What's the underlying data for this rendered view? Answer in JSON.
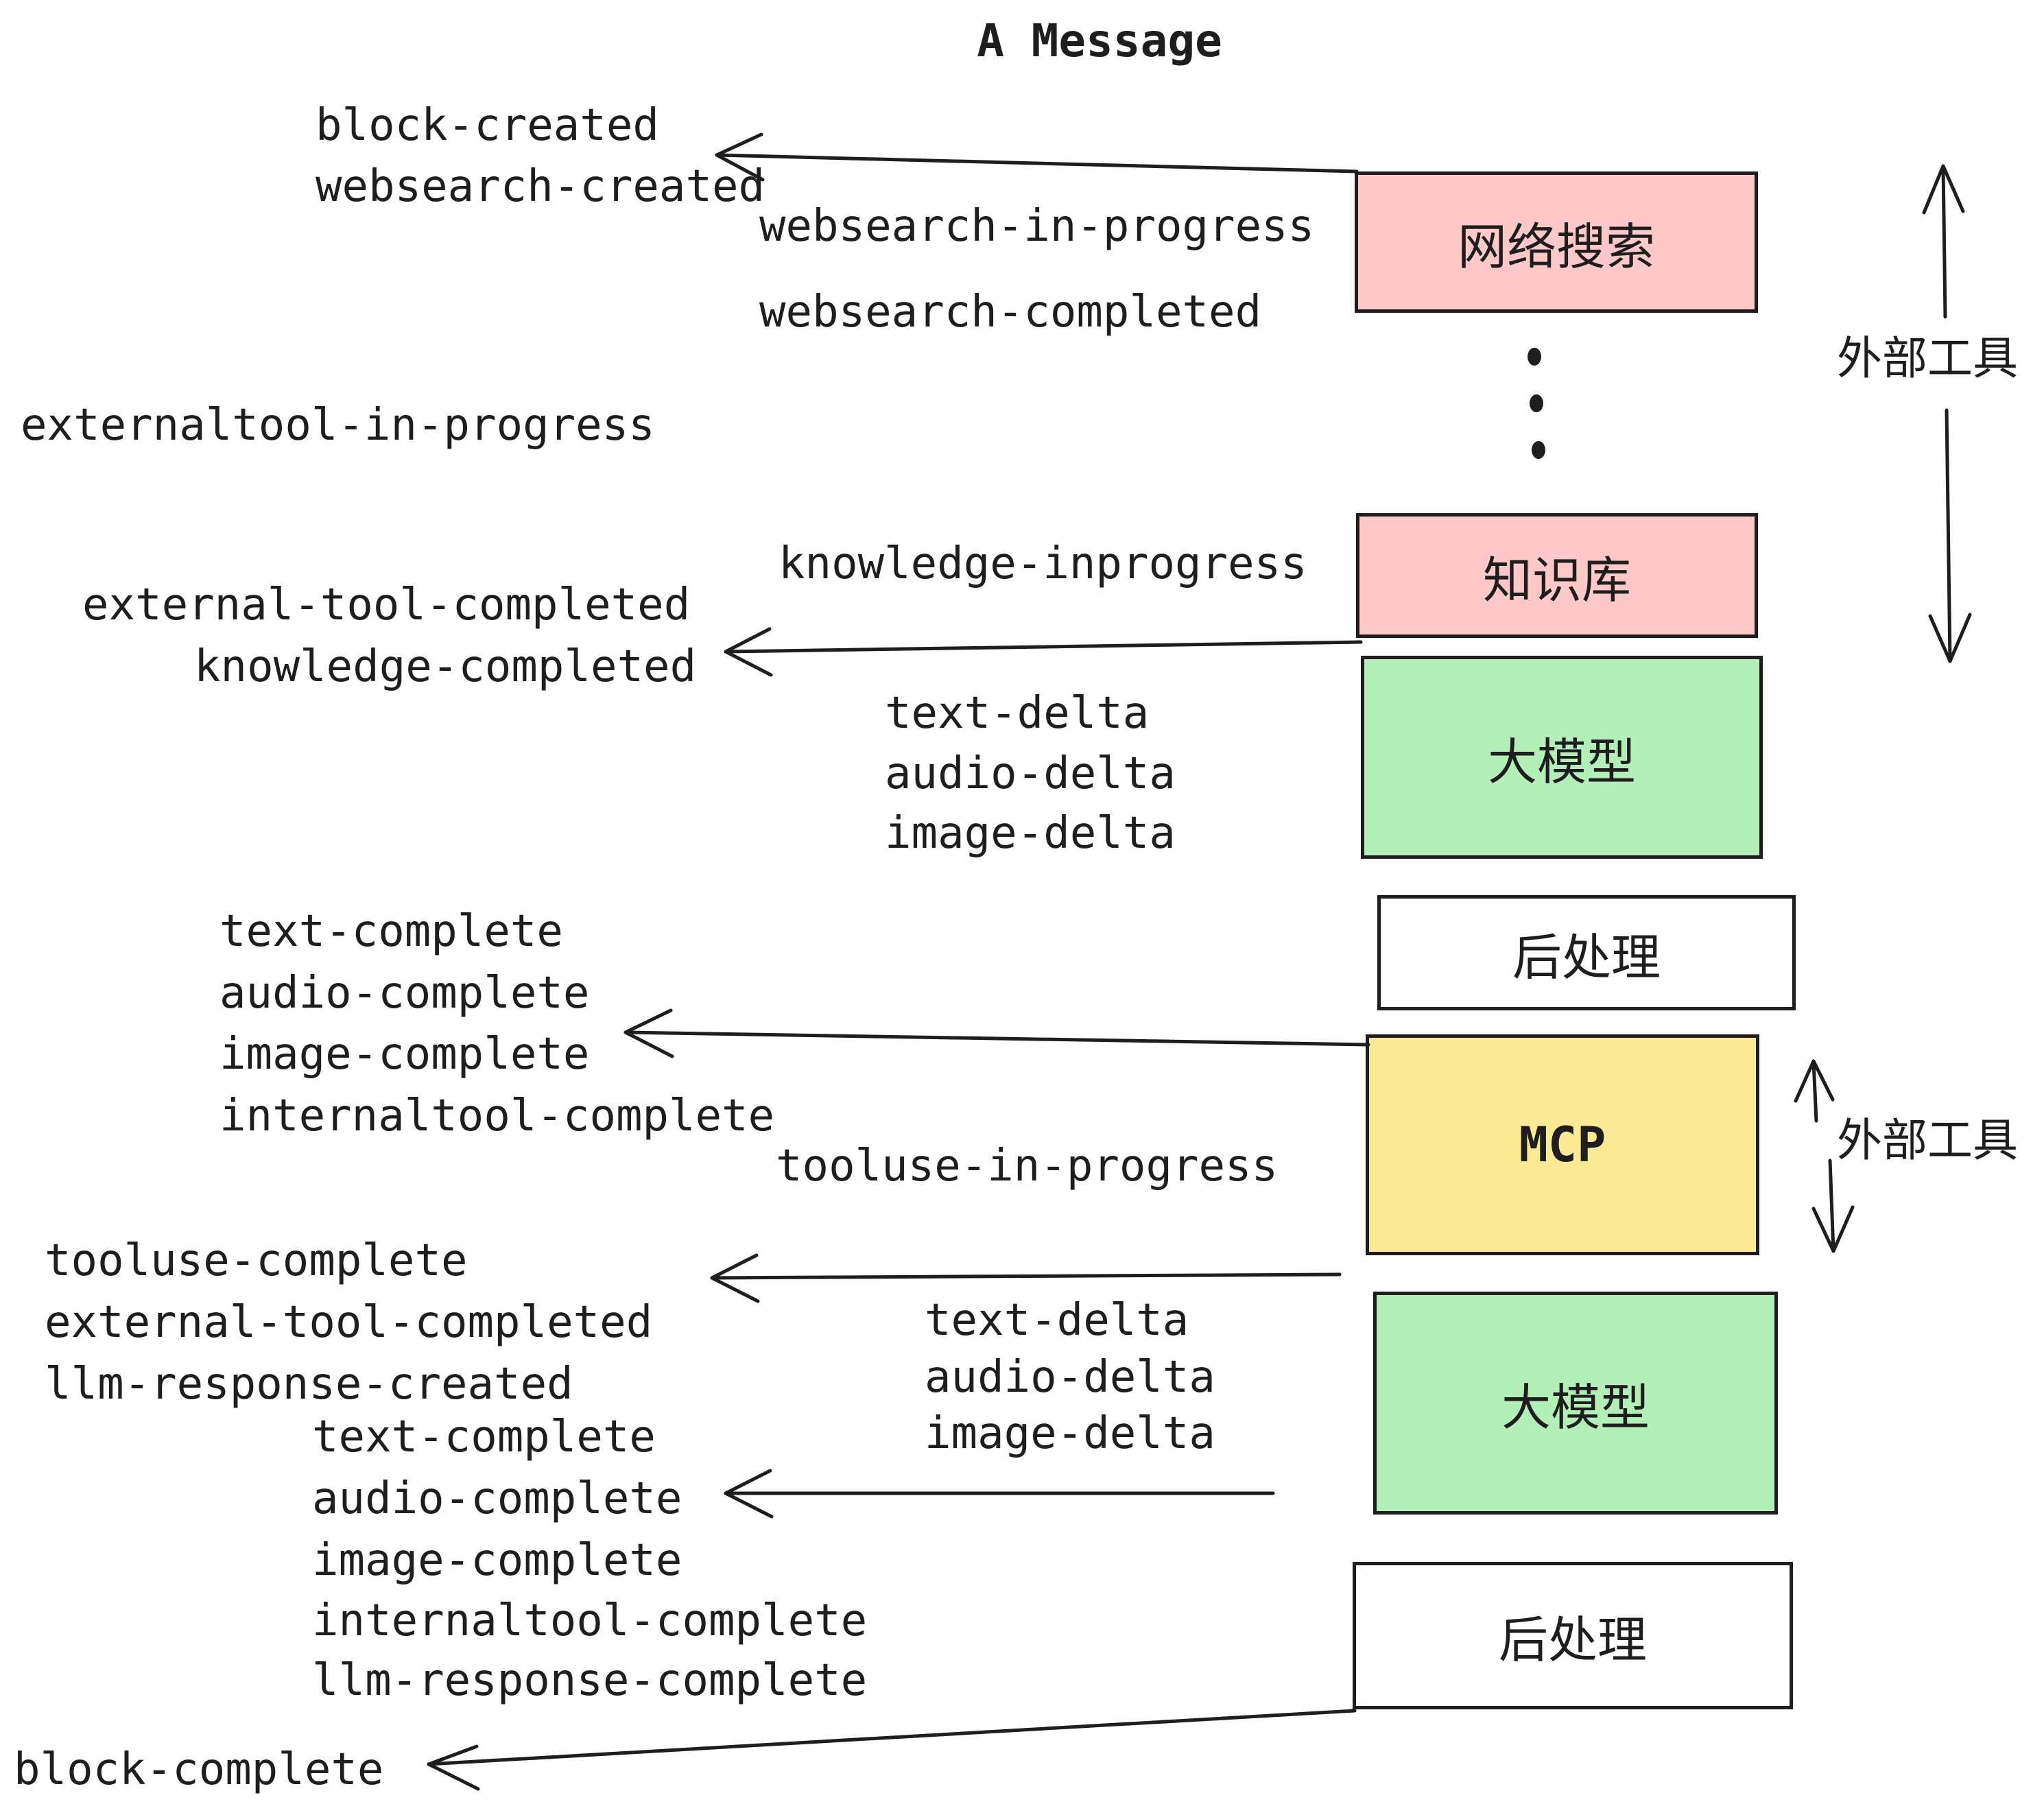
{
  "title": "A Message",
  "colors": {
    "node_pink": "#FFC9C9",
    "node_green": "#B2F0B8",
    "node_yellow": "#FCE993",
    "node_white": "#FFFFFF",
    "stroke": "#1E1E1E"
  },
  "nodes": [
    {
      "id": "websearch",
      "label": "网络搜索"
    },
    {
      "id": "knowledge",
      "label": "知识库"
    },
    {
      "id": "llm-1",
      "label": "大模型"
    },
    {
      "id": "post-1",
      "label": "后处理"
    },
    {
      "id": "mcp",
      "label": "MCP"
    },
    {
      "id": "llm-2",
      "label": "大模型"
    },
    {
      "id": "post-2",
      "label": "后处理"
    }
  ],
  "side_annotations": [
    {
      "label": "外部工具"
    },
    {
      "label": "外部工具"
    }
  ],
  "events": [
    {
      "text": "block-created"
    },
    {
      "text": "websearch-created"
    },
    {
      "text": "websearch-in-progress"
    },
    {
      "text": "websearch-completed"
    },
    {
      "text": "externaltool-in-progress"
    },
    {
      "text": "knowledge-inprogress"
    },
    {
      "text": "external-tool-completed"
    },
    {
      "text": "knowledge-completed"
    },
    {
      "text": "text-delta"
    },
    {
      "text": "audio-delta"
    },
    {
      "text": "image-delta"
    },
    {
      "text": "text-complete"
    },
    {
      "text": "audio-complete"
    },
    {
      "text": "image-complete"
    },
    {
      "text": "internaltool-complete"
    },
    {
      "text": "tooluse-in-progress"
    },
    {
      "text": "tooluse-complete"
    },
    {
      "text": "external-tool-completed"
    },
    {
      "text": "llm-response-created"
    },
    {
      "text": "text-complete"
    },
    {
      "text": "audio-complete"
    },
    {
      "text": "image-complete"
    },
    {
      "text": "internaltool-complete"
    },
    {
      "text": "llm-response-complete"
    },
    {
      "text": "block-complete"
    }
  ]
}
